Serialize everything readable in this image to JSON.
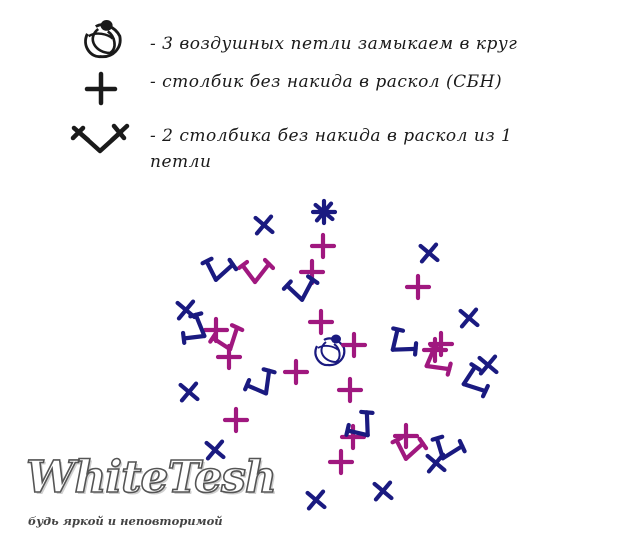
{
  "legend": {
    "items": [
      {
        "icon": "chain-ring-icon",
        "text": "- 3 воздушных петли замыкаем в круг"
      },
      {
        "icon": "single-crochet-cross-icon",
        "text": "- столбик без накида в раскол (СБН)"
      },
      {
        "icon": "increase-v-icon",
        "text": "- 2 столбика без накида в раскол из 1",
        "text2": "петли"
      }
    ]
  },
  "colors": {
    "ink": "#1a1a1a",
    "round_1": "#a0187f",
    "round_2": "#1a1a80",
    "watermark_outline": "#555555"
  },
  "watermark": {
    "title": "WhiteTesh",
    "subtitle": "будь яркой и неповторимой"
  }
}
